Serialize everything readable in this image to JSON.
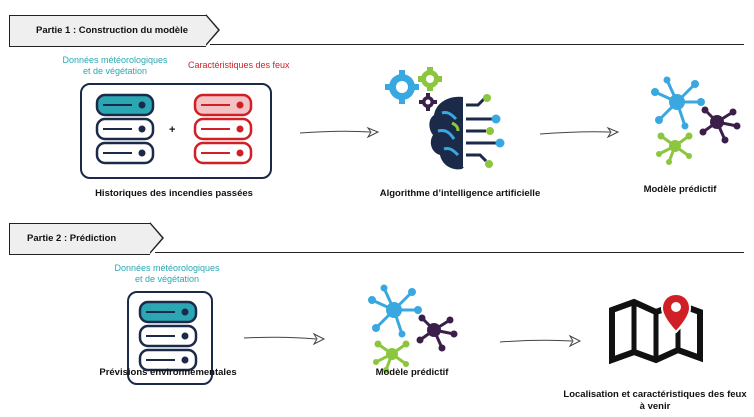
{
  "part1": {
    "title": "Partie 1 : Construction du modèle",
    "data_teal_line1": "Données météorologiques",
    "data_teal_line2": "et de végétation",
    "data_red": "Caractéristiques des feux",
    "plus": "+",
    "caption_history": "Historiques des incendies passées",
    "caption_ai": "Algorithme d’intelligence artificielle",
    "caption_model": "Modèle prédictif"
  },
  "part2": {
    "title": "Partie 2 : Prédiction",
    "data_teal_line1": "Données météorologiques",
    "data_teal_line2": "et de végétation",
    "caption_forecast": "Prévisions environnementales",
    "caption_model": "Modèle prédictif",
    "caption_output_line1": "Localisation et caractéristiques des feux",
    "caption_output_line2": "à venir"
  },
  "colors": {
    "navy": "#1c2a4a",
    "teal": "#2aa7b3",
    "red": "#d11f26",
    "blue": "#3aa8e0",
    "green": "#8cc63f",
    "purple": "#3b1f4a"
  },
  "icons": [
    "database-icon",
    "database-red-icon",
    "gears-icon",
    "ai-brain-icon",
    "network-icon",
    "map-pin-icon"
  ]
}
